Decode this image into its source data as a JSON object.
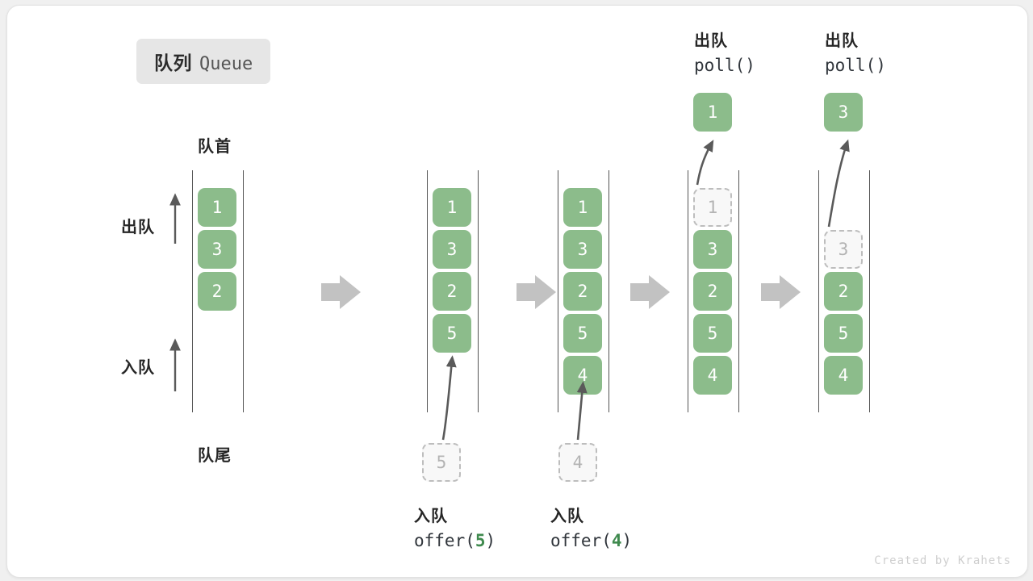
{
  "title": {
    "cn": "队列",
    "en": "Queue"
  },
  "labels": {
    "head": "队首",
    "tail": "队尾",
    "dequeue": "出队",
    "enqueue": "入队"
  },
  "credit": "Created by Krahets",
  "colors": {
    "box_fill": "#8cbc8b",
    "box_text": "#ffffff",
    "ghost_fill": "#f8f8f8",
    "ghost_border": "#bdbdbd",
    "ghost_text": "#b3b3b3",
    "rail": "#555555",
    "arrow": "#bdbdbd",
    "curve": "#5a5a5a",
    "accent_num": "#3f8a4e",
    "badge_bg": "#e6e6e6"
  },
  "steps": [
    {
      "id": "initial",
      "column_index": 0,
      "caption_cn": "",
      "caption_code": "",
      "items": [
        {
          "value": "1",
          "state": "filled"
        },
        {
          "value": "3",
          "state": "filled"
        },
        {
          "value": "2",
          "state": "filled"
        }
      ]
    },
    {
      "id": "after-offer-5",
      "column_index": 1,
      "caption_cn": "入队",
      "caption_code_pre": "offer(",
      "caption_code_num": "5",
      "caption_code_post": ")",
      "incoming": "5",
      "items": [
        {
          "value": "1",
          "state": "filled"
        },
        {
          "value": "3",
          "state": "filled"
        },
        {
          "value": "2",
          "state": "filled"
        },
        {
          "value": "5",
          "state": "filled"
        }
      ]
    },
    {
      "id": "after-offer-4",
      "column_index": 2,
      "caption_cn": "入队",
      "caption_code_pre": "offer(",
      "caption_code_num": "4",
      "caption_code_post": ")",
      "incoming": "4",
      "items": [
        {
          "value": "1",
          "state": "filled"
        },
        {
          "value": "3",
          "state": "filled"
        },
        {
          "value": "2",
          "state": "filled"
        },
        {
          "value": "5",
          "state": "filled"
        },
        {
          "value": "4",
          "state": "filled"
        }
      ]
    },
    {
      "id": "after-poll-1",
      "column_index": 3,
      "caption_cn": "出队",
      "caption_code_pre": "poll(",
      "caption_code_num": "",
      "caption_code_post": ")",
      "popped": "1",
      "items": [
        {
          "value": "1",
          "state": "ghost"
        },
        {
          "value": "3",
          "state": "filled"
        },
        {
          "value": "2",
          "state": "filled"
        },
        {
          "value": "5",
          "state": "filled"
        },
        {
          "value": "4",
          "state": "filled"
        }
      ]
    },
    {
      "id": "after-poll-3",
      "column_index": 4,
      "caption_cn": "出队",
      "caption_code_pre": "poll(",
      "caption_code_num": "",
      "caption_code_post": ")",
      "popped": "3",
      "items": [
        {
          "value": "",
          "state": "empty"
        },
        {
          "value": "3",
          "state": "ghost"
        },
        {
          "value": "2",
          "state": "filled"
        },
        {
          "value": "5",
          "state": "filled"
        },
        {
          "value": "4",
          "state": "filled"
        }
      ]
    }
  ]
}
